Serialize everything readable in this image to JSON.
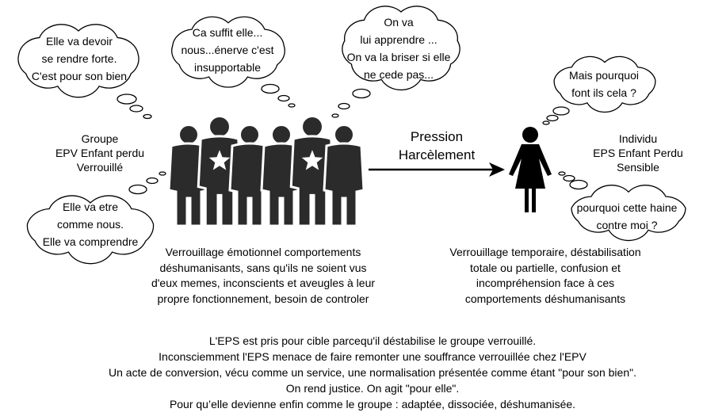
{
  "group_label": [
    "Groupe",
    "EPV Enfant perdu",
    "Verrouillé"
  ],
  "individual_label": [
    "Individu",
    "EPS Enfant Perdu",
    "Sensible"
  ],
  "arrow_label": [
    "Pression",
    "Harcèlement"
  ],
  "group_thoughts": {
    "top_left": [
      "Elle va devoir",
      "se rendre forte.",
      "C'est pour son bien"
    ],
    "top_middle": [
      "Ca suffit elle...",
      "nous...énerve c'est",
      "insupportable"
    ],
    "top_right": [
      "On va",
      "lui apprendre ...",
      "On va la briser si elle",
      "ne cede pas..."
    ],
    "bottom_left": [
      "Elle va etre",
      "comme nous.",
      "Elle va comprendre"
    ]
  },
  "individual_thoughts": {
    "top": [
      "Mais pourquoi",
      "font ils cela ?"
    ],
    "bottom": [
      "pourquoi cette haine",
      "contre moi ?"
    ]
  },
  "group_description": [
    "Verrouillage émotionnel comportements",
    "déshumanisants, sans qu'ils ne soient vus",
    "d'eux memes, inconscients et aveugles à leur",
    "propre fonctionnement, besoin de controler"
  ],
  "individual_description": [
    "Verrouillage temporaire, déstabilisation",
    "totale ou partielle, confusion et",
    "incompréhension face à ces",
    "comportements déshumanisants"
  ],
  "conclusion": [
    "L'EPS est pris pour cible parcequ'il déstabilise le groupe verrouillé.",
    "Inconsciemment l'EPS menace de faire remonter une souffrance verrouillée chez l'EPV",
    "Un acte de conversion, vécu comme un service, une normalisation présentée comme étant \"pour son bien\".",
    "On rend justice. On agit \"pour elle\".",
    "Pour qu’elle devienne enfin comme le groupe : adaptée, dissociée, déshumanisée."
  ],
  "colors": {
    "figure": "#2b2b2b",
    "woman": "#000000",
    "line": "#000000"
  }
}
